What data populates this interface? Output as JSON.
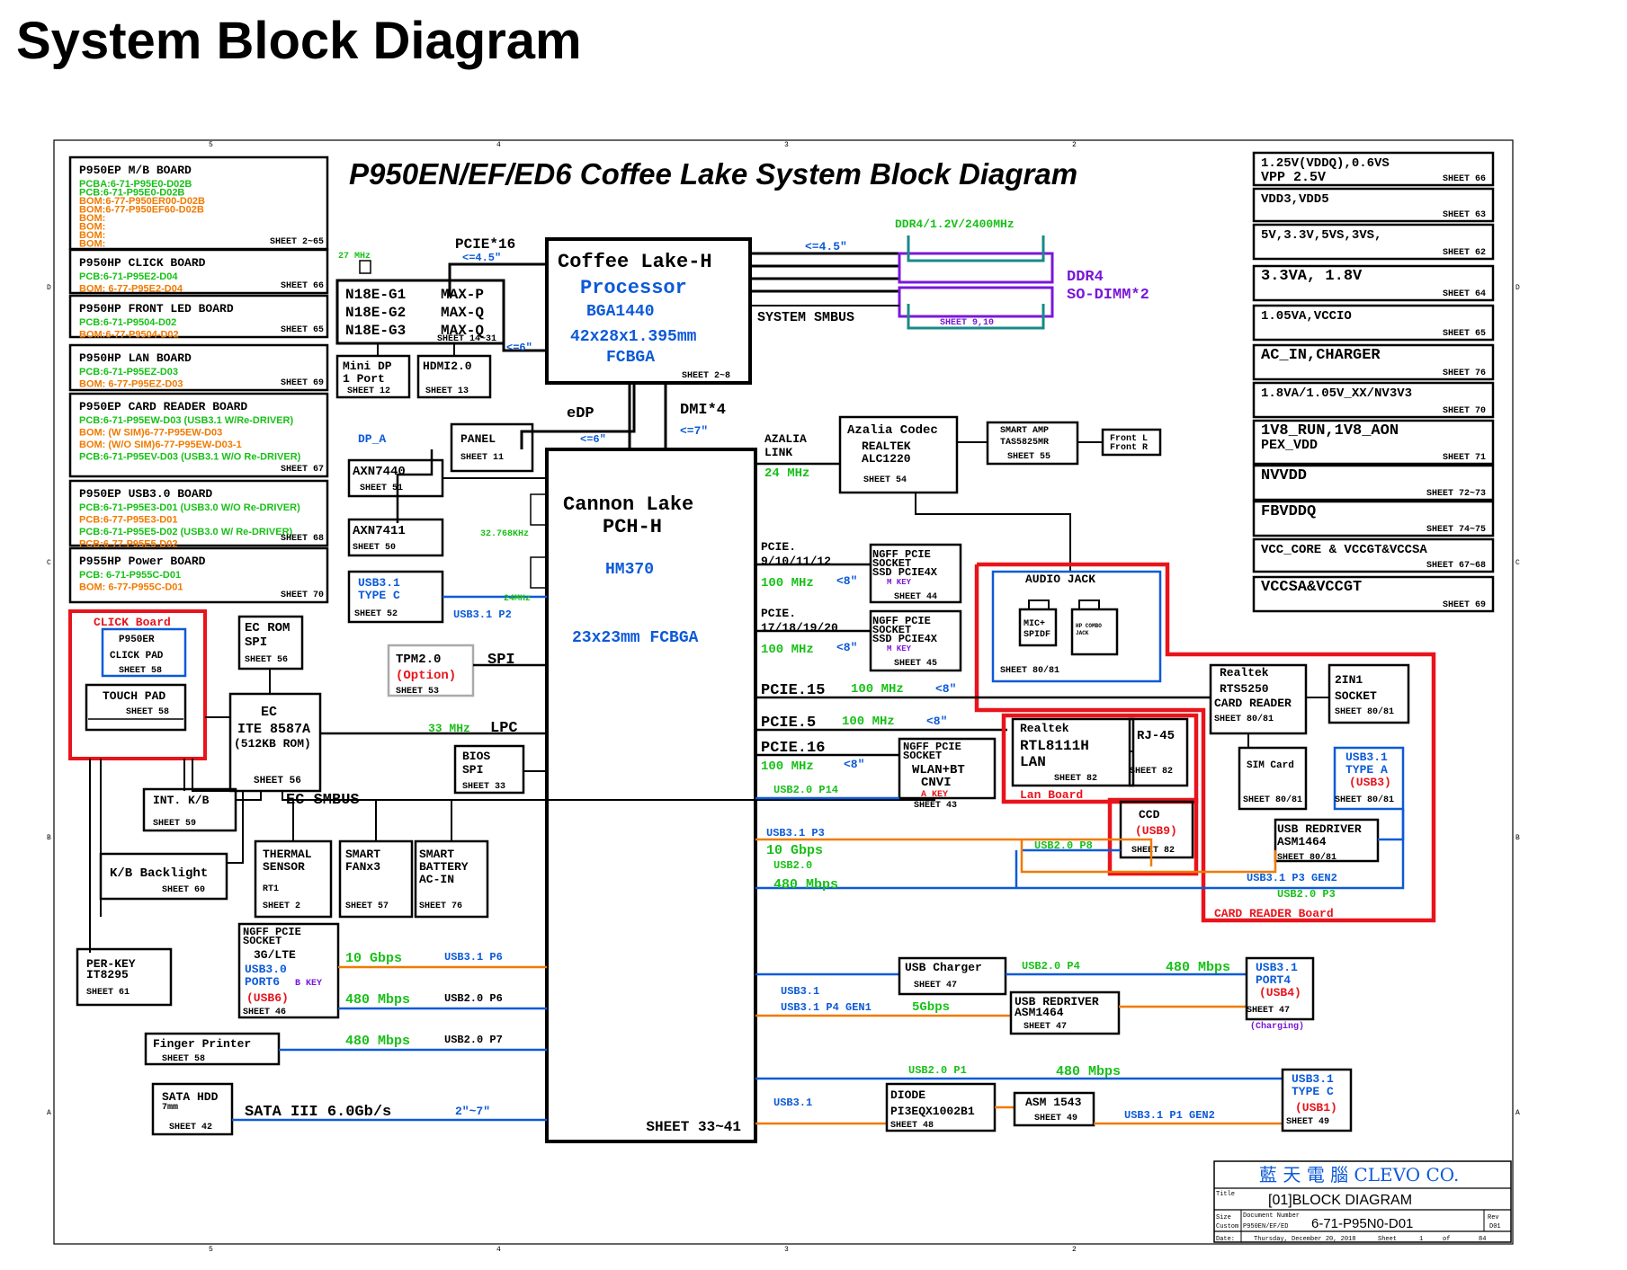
{
  "page_title": "System Block Diagram",
  "diagram_title": "P950EN/EF/ED6 Coffee Lake System Block Diagram",
  "boards": {
    "mb": {
      "title": "P950EP M/B BOARD",
      "lines": [
        {
          "t": "PCBA:6-71-P95E0-D02B",
          "c": "green"
        },
        {
          "t": "PCB:6-71-P95E0-D02B",
          "c": "green"
        },
        {
          "t": "BOM:6-77-P950ER00-D02B",
          "c": "orange"
        },
        {
          "t": "BOM:6-77-P950EF60-D02B",
          "c": "orange"
        },
        {
          "t": "BOM:",
          "c": "orange"
        },
        {
          "t": "BOM:",
          "c": "orange"
        },
        {
          "t": "BOM:",
          "c": "orange"
        },
        {
          "t": "BOM:",
          "c": "orange"
        }
      ],
      "sheet": "SHEET 2~65"
    },
    "click": {
      "title": "P950HP CLICK BOARD",
      "lines": [
        {
          "t": "PCB:6-71-P95E2-D04",
          "c": "green"
        },
        {
          "t": "BOM: 6-77-P95E2-D04",
          "c": "orange"
        }
      ],
      "sheet": "SHEET 66"
    },
    "led": {
      "title": "P950HP FRONT LED BOARD",
      "lines": [
        {
          "t": "PCB:6-71-P9504-D02",
          "c": "green"
        },
        {
          "t": "BOM:6-77-P9504-D02",
          "c": "orange"
        }
      ],
      "sheet": "SHEET 65"
    },
    "lan": {
      "title": "P950HP LAN BOARD",
      "lines": [
        {
          "t": "PCB:6-71-P95EZ-D03",
          "c": "green"
        },
        {
          "t": "BOM: 6-77-P95EZ-D03",
          "c": "orange"
        }
      ],
      "sheet": "SHEET 69"
    },
    "card": {
      "title": "P950EP CARD READER BOARD",
      "lines": [
        {
          "t": "PCB:6-71-P95EW-D03 (USB3.1 W/Re-DRIVER)",
          "c": "green"
        },
        {
          "t": "BOM: (W SIM)6-77-P95EW-D03",
          "c": "orange"
        },
        {
          "t": "BOM: (W/O SIM)6-77-P95EW-D03-1",
          "c": "orange"
        },
        {
          "t": "PCB:6-71-P95EV-D03 (USB3.1 W/O Re-DRIVER)",
          "c": "green"
        }
      ],
      "sheet": "SHEET 67"
    },
    "usb": {
      "title": "P950EP USB3.0 BOARD",
      "lines": [
        {
          "t": "PCB:6-71-P95E3-D01 (USB3.0 W/O Re-DRIVER)",
          "c": "green"
        },
        {
          "t": "PCB:6-77-P95E3-D01",
          "c": "orange"
        },
        {
          "t": "PCB:6-71-P95E5-D02 (USB3.0 W/ Re-DRIVER)",
          "c": "green"
        },
        {
          "t": "PCB:6-77-P95E5-D02",
          "c": "orange"
        }
      ],
      "sheet": "SHEET 68"
    },
    "power": {
      "title": "P955HP Power BOARD",
      "lines": [
        {
          "t": "PCB: 6-71-P955C-D01",
          "c": "green"
        },
        {
          "t": "BOM: 6-77-P955C-D01",
          "c": "orange"
        }
      ],
      "sheet": "SHEET 70"
    }
  },
  "power_rails": [
    {
      "l1": "1.25V(VDDQ),0.6VS",
      "l2": "VPP 2.5V",
      "sheet": "SHEET 66"
    },
    {
      "l1": "VDD3,VDD5",
      "l2": "",
      "sheet": "SHEET 63"
    },
    {
      "l1": "5V,3.3V,5VS,3VS,",
      "l2": "",
      "sheet": "SHEET 62"
    },
    {
      "l1": "3.3VA, 1.8V",
      "l2": "",
      "sheet": "SHEET 64"
    },
    {
      "l1": "1.05VA,VCCIO",
      "l2": "",
      "sheet": "SHEET 65"
    },
    {
      "l1": "AC_IN,CHARGER",
      "l2": "",
      "sheet": "SHEET 76"
    },
    {
      "l1": "1.8VA/1.05V_XX/NV3V3",
      "l2": "",
      "sheet": "SHEET 70"
    },
    {
      "l1": "1V8_RUN,1V8_AON",
      "l2": "PEX_VDD",
      "sheet": "SHEET 71"
    },
    {
      "l1": "NVVDD",
      "l2": "",
      "sheet": "SHEET 72~73"
    },
    {
      "l1": "FBVDDQ",
      "l2": "",
      "sheet": "SHEET 74~75"
    },
    {
      "l1": "VCC_CORE & VCCGT&VCCSA",
      "l2": "",
      "sheet": "SHEET 67~68"
    },
    {
      "l1": "VCCSA&VCCGT",
      "l2": "",
      "sheet": "SHEET 69"
    }
  ],
  "cpu": {
    "l1": "Coffee Lake-H",
    "l2": "Processor",
    "l3": "BGA1440",
    "l4": "42x28x1.395mm",
    "l5": "FCBGA",
    "sheet": "SHEET 2~8"
  },
  "pch": {
    "l1": "Cannon Lake",
    "l2": "PCH-H",
    "l3": "HM370",
    "l4": "23x23mm FCBGA",
    "sheet": "SHEET 33~41"
  },
  "gpu": {
    "rows": [
      [
        "N18E-G1",
        "MAX-P"
      ],
      [
        "N18E-G2",
        "MAX-Q"
      ],
      [
        "N18E-G3",
        "MAX-Q"
      ]
    ],
    "sheet": "SHEET 14~31",
    "clk": "27 MHz"
  },
  "ddr": {
    "label": "DDR4/1.2V/2400MHz",
    "speed": "<=4.5\"",
    "l1": "DDR4",
    "l2": "SO-DIMM*2",
    "sheet": "SHEET 9,10",
    "smbus": "SYSTEM SMBUS"
  },
  "pcie16": {
    "label": "PCIE*16",
    "speed": "<=4.5\"",
    "gpu_speed": "<=6\""
  },
  "minidp": {
    "l1": "Mini DP",
    "l2": "1 Port",
    "sheet": "SHEET 12"
  },
  "hdmi": {
    "l1": "HDMI2.0",
    "sheet": "SHEET 13"
  },
  "edp": {
    "label": "eDP",
    "speed": "<=6\"",
    "panel": "PANEL",
    "panel_sheet": "SHEET 11"
  },
  "dmi": {
    "label": "DMI*4",
    "speed": "<=7\""
  },
  "dp_a": "DP_A",
  "axn7440": {
    "name": "AXN7440",
    "sheet": "SHEET 51"
  },
  "axn7411": {
    "name": "AXN7411",
    "sheet": "SHEET 50"
  },
  "typec52": {
    "l1": "USB3.1",
    "l2": "TYPE C",
    "sheet": "SHEET 52",
    "bus": "USB3.1 P2"
  },
  "xtal": {
    "a": "32.768KHz",
    "b": "24MHz"
  },
  "tpm": {
    "l1": "TPM2.0",
    "l2": "(Option)",
    "sheet": "SHEET 53",
    "bus": "SPI"
  },
  "ecrom": {
    "l1": "EC ROM",
    "l2": "SPI",
    "sheet": "SHEET 56"
  },
  "ec": {
    "l1": "EC",
    "l2": "ITE 8587A",
    "l3": "(512KB ROM)",
    "sheet": "SHEET 56",
    "lpc": "LPC",
    "lpc_speed": "33 MHz",
    "smbus": "EC SMBUS"
  },
  "bios": {
    "l1": "BIOS",
    "l2": "SPI",
    "sheet": "SHEET 33"
  },
  "clickboard": {
    "title": "CLICK Board",
    "pad": "P950ER",
    "pad2": "CLICK PAD",
    "pad_sheet": "SHEET 58",
    "touch": "TOUCH PAD",
    "touch_sheet": "SHEET 58"
  },
  "kb": {
    "l1": "INT. K/B",
    "sheet": "SHEET 59"
  },
  "kbl": {
    "l1": "K/B Backlight",
    "sheet": "SHEET 60"
  },
  "perkey": {
    "l1": "PER-KEY",
    "l2": "IT8295",
    "sheet": "SHEET 61"
  },
  "thermal": {
    "l1": "THERMAL",
    "l2": "SENSOR",
    "l3": "RT1",
    "sheet": "SHEET 2"
  },
  "fan": {
    "l1": "SMART",
    "l2": "FANx3",
    "sheet": "SHEET 57"
  },
  "battery": {
    "l1": "SMART",
    "l2": "BATTERY",
    "l3": "AC-IN",
    "sheet": "SHEET 76"
  },
  "ngff3g": {
    "l1": "NGFF PCIE",
    "l2": "SOCKET",
    "l3": "3G/LTE",
    "l4": "USB3.0",
    "l5": "PORT6",
    "key": "B KEY",
    "l6": "(USB6)",
    "sheet": "SHEET 46",
    "b1": "10 Gbps",
    "b1bus": "USB3.1 P6",
    "b2": "480 Mbps",
    "b2bus": "USB2.0 P6"
  },
  "finger": {
    "l1": "Finger Printer",
    "sheet": "SHEET 58",
    "speed": "480 Mbps",
    "bus": "USB2.0 P7"
  },
  "hdd": {
    "l1": "SATA HDD",
    "l2": "7mm",
    "sheet": "SHEET 42",
    "bus": "SATA III 6.0Gb/s",
    "len": "2\"~7\""
  },
  "azalia": {
    "link": "AZALIA",
    "link2": "LINK",
    "speed": "24 MHz",
    "l1": "Azalia Codec",
    "l2": "REALTEK",
    "l3": "ALC1220",
    "sheet": "SHEET 54"
  },
  "amp": {
    "l1": "SMART AMP",
    "l2": "TAS5825MR",
    "sheet": "SHEET 55"
  },
  "front": {
    "l1": "Front L",
    "l2": "Front R"
  },
  "ssd1": {
    "bus": "PCIE.",
    "bus2": "9/10/11/12",
    "speed": "100 MHz",
    "len": "<8\"",
    "l1": "NGFF PCIE",
    "l2": "SOCKET",
    "l3": "SSD PCIE4X",
    "key": "M KEY",
    "sheet": "SHEET 44"
  },
  "ssd2": {
    "bus": "PCIE.",
    "bus2": "17/18/19/20",
    "speed": "100 MHz",
    "len": "<8\"",
    "l1": "NGFF PCIE",
    "l2": "SOCKET",
    "l3": "SSD PCIE4X",
    "key": "M KEY",
    "sheet": "SHEET 45"
  },
  "audiojack": {
    "title": "AUDIO JACK",
    "mic": "MIC+",
    "spdif": "SPIDF",
    "hp": "HP COMBO",
    "hp2": "JACK",
    "sheet": "SHEET 80/81"
  },
  "pcie15": {
    "bus": "PCIE.15",
    "speed": "100 MHz",
    "len": "<8\""
  },
  "pcie5": {
    "bus": "PCIE.5",
    "speed": "100 MHz",
    "len": "<8\""
  },
  "pcie16b": {
    "bus": "PCIE.16",
    "speed": "100 MHz",
    "len": "<8\""
  },
  "cardreader": {
    "l1": "Realtek",
    "l2": "RTS5250",
    "l3": "CARD READER",
    "sheet": "SHEET 80/81"
  },
  "socket2in1": {
    "l1": "2IN1",
    "l2": "SOCKET",
    "sheet": "SHEET 80/81"
  },
  "lanchip": {
    "l1": "Realtek",
    "l2": "RTL8111H",
    "l3": "LAN",
    "sheet": "SHEET 82",
    "board": "Lan Board"
  },
  "rj45": {
    "l1": "RJ-45",
    "sheet": "SHEET 82"
  },
  "wlan": {
    "l1": "NGFF PCIE",
    "l2": "SOCKET",
    "l3": "WLAN+BT",
    "l4": "CNVI",
    "key": "A KEY",
    "sheet": "SHEET 43",
    "usb": "USB2.0 P14"
  },
  "ccd": {
    "l1": "CCD",
    "l2": "(USB9)",
    "sheet": "SHEET 82"
  },
  "simcard": {
    "l1": "SIM Card",
    "sheet": "SHEET 80/81"
  },
  "typea3": {
    "l1": "USB3.1",
    "l2": "TYPE A",
    "l3": "(USB3)",
    "sheet": "SHEET 80/81"
  },
  "redriver1": {
    "l1": "USB REDRIVER",
    "l2": "ASM1464",
    "sheet": "SHEET 80/81"
  },
  "usbmid": {
    "a": "USB3.1 P3",
    "b": "10 Gbps",
    "c": "USB2.0",
    "d": "480 Mbps",
    "e": "USB2.0 P8",
    "f": "USB3.1 P3 GEN2",
    "g": "USB2.0 P3",
    "board": "CARD READER Board"
  },
  "charger": {
    "l1": "USB Charger",
    "sheet": "SHEET 47",
    "bus": "USB2.0 P4",
    "speed": "480 Mbps"
  },
  "redriver2": {
    "l1": "USB REDRIVER",
    "l2": "ASM1464",
    "sheet": "SHEET 47",
    "a": "USB3.1",
    "b": "USB3.1 P4 GEN1",
    "c": "5Gbps"
  },
  "port4": {
    "l1": "USB3.1",
    "l2": "PORT4",
    "l3": "(USB4)",
    "sheet": "SHEET 47",
    "note": "(Charging)"
  },
  "diode": {
    "l1": "DIODE",
    "l2": "PI3EQX1002B1",
    "sheet": "SHEET 48",
    "a": "USB3.1",
    "b": "USB2.0 P1",
    "c": "480 Mbps"
  },
  "asm1543": {
    "l1": "ASM 1543",
    "sheet": "SHEET 49",
    "bus": "USB3.1 P1 GEN2"
  },
  "typec49": {
    "l1": "USB3.1",
    "l2": "TYPE C",
    "l3": "(USB1)",
    "sheet": "SHEET 49"
  },
  "titleblock": {
    "company": "藍 天 電 腦  CLEVO CO.",
    "title": "[01]BLOCK DIAGRAM",
    "tlabel": "Title",
    "size": "Size",
    "custom": "Custom",
    "docnum_label": "Document Number",
    "docnum": "P950EN/EF/ED",
    "number": "6-71-P95N0-D01",
    "rev_label": "Rev",
    "rev": "D01",
    "date_label": "Date:",
    "date": "Thursday, December 20, 2018",
    "sheet_label": "Sheet",
    "sheet": "1",
    "of": "of",
    "total": "84"
  },
  "frame": {
    "top": [
      "5",
      "4",
      "3",
      "2"
    ],
    "left": [
      "D",
      "C",
      "B",
      "A"
    ]
  },
  "colors": {
    "black": "#000000",
    "blue": "#0c5ad8",
    "green": "#18c018",
    "orange": "#f07a00",
    "red": "#e8141c",
    "purple": "#7a18d8",
    "cyan": "#188a8a",
    "gray": "#aaaaaa"
  }
}
